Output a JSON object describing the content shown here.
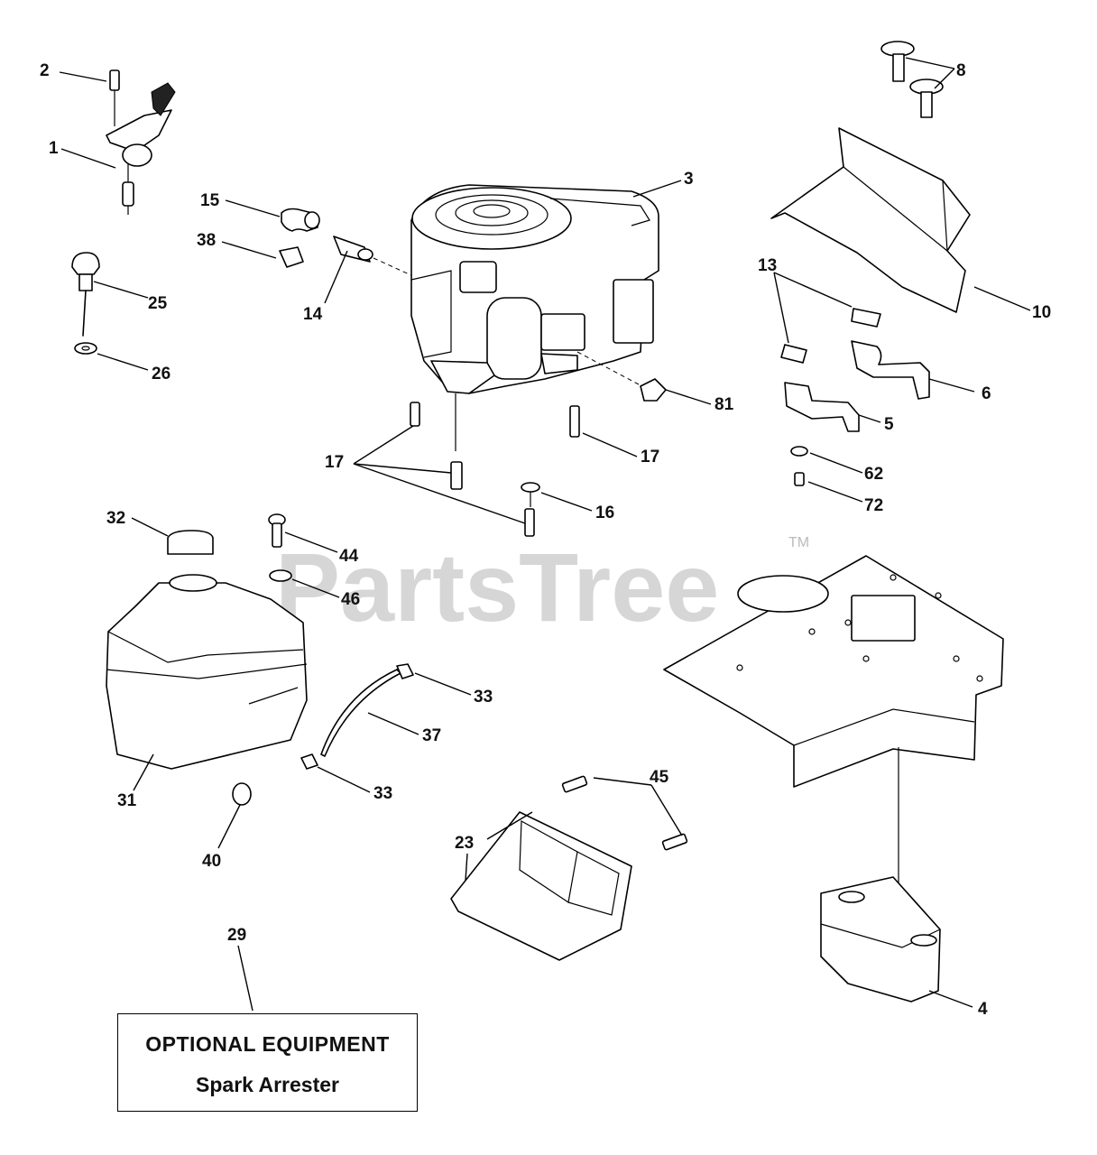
{
  "callouts": [
    {
      "id": "c1",
      "text": "1"
    },
    {
      "id": "c2",
      "text": "2"
    },
    {
      "id": "c3",
      "text": "3"
    },
    {
      "id": "c4",
      "text": "4"
    },
    {
      "id": "c5",
      "text": "5"
    },
    {
      "id": "c6",
      "text": "6"
    },
    {
      "id": "c8",
      "text": "8"
    },
    {
      "id": "c10",
      "text": "10"
    },
    {
      "id": "c13",
      "text": "13"
    },
    {
      "id": "c14",
      "text": "14"
    },
    {
      "id": "c15",
      "text": "15"
    },
    {
      "id": "c16",
      "text": "16"
    },
    {
      "id": "c17a",
      "text": "17"
    },
    {
      "id": "c17b",
      "text": "17"
    },
    {
      "id": "c23",
      "text": "23"
    },
    {
      "id": "c25",
      "text": "25"
    },
    {
      "id": "c26",
      "text": "26"
    },
    {
      "id": "c29",
      "text": "29"
    },
    {
      "id": "c31",
      "text": "31"
    },
    {
      "id": "c32",
      "text": "32"
    },
    {
      "id": "c33a",
      "text": "33"
    },
    {
      "id": "c33b",
      "text": "33"
    },
    {
      "id": "c37",
      "text": "37"
    },
    {
      "id": "c38",
      "text": "38"
    },
    {
      "id": "c40",
      "text": "40"
    },
    {
      "id": "c44",
      "text": "44"
    },
    {
      "id": "c45",
      "text": "45"
    },
    {
      "id": "c46",
      "text": "46"
    },
    {
      "id": "c62",
      "text": "62"
    },
    {
      "id": "c72",
      "text": "72"
    },
    {
      "id": "c81",
      "text": "81"
    }
  ],
  "optional_box": {
    "line1": "OPTIONAL EQUIPMENT",
    "line2": "Spark Arrester"
  },
  "watermark": {
    "text": "PartsTree",
    "trademark": "TM"
  }
}
